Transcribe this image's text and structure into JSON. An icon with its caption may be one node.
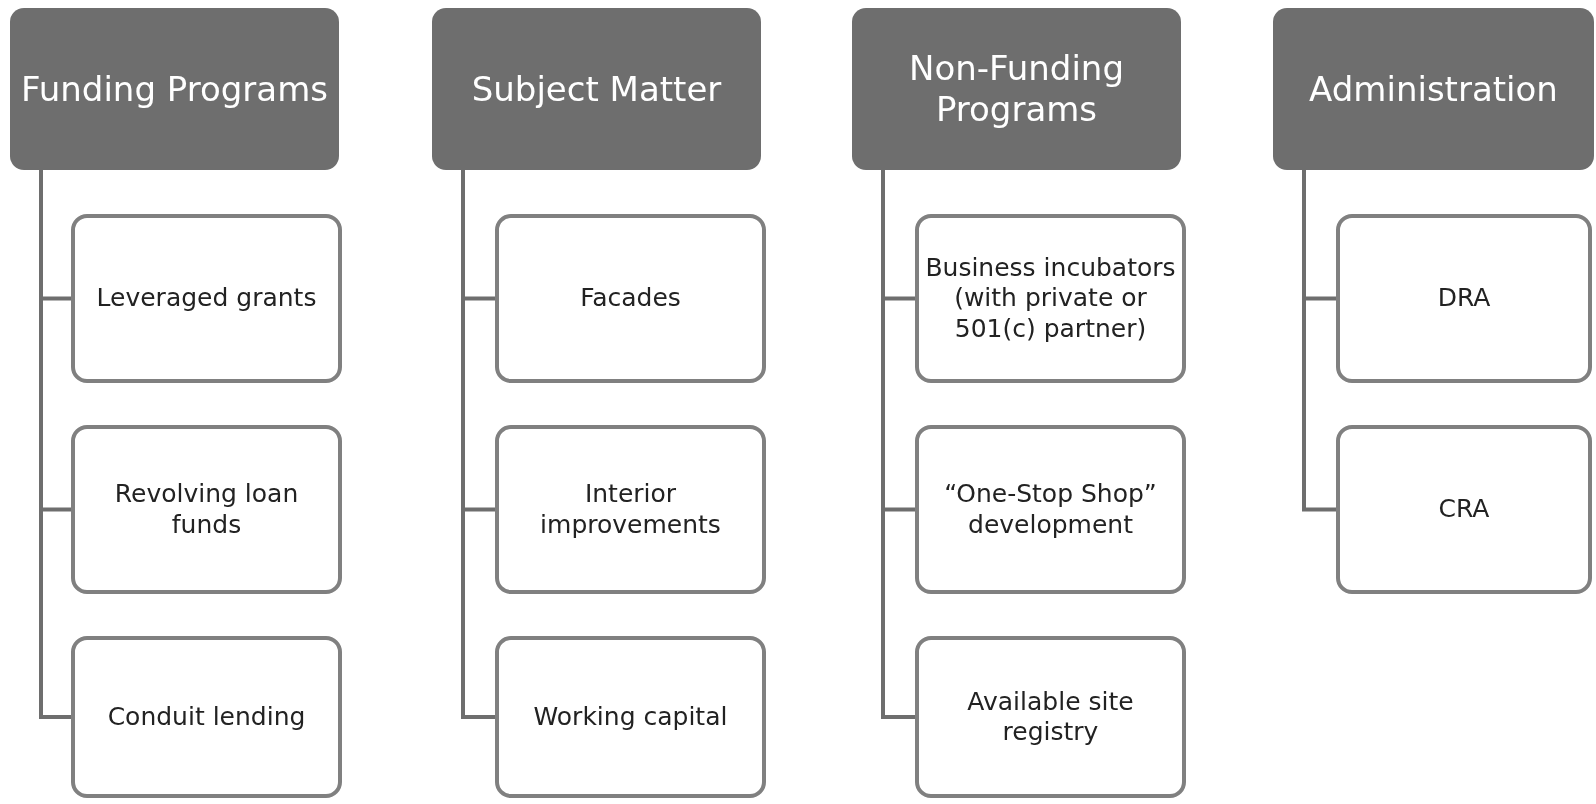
{
  "diagram": {
    "nodes": [
      {
        "text": [
          "Funding Programs"
        ]
      },
      {
        "text": [
          "Leveraged grants"
        ]
      },
      {
        "text": [
          "Revolving loan funds"
        ]
      },
      {
        "text": [
          "Conduit lending"
        ]
      },
      {
        "text": [
          "Subject Matter"
        ]
      },
      {
        "text": [
          "Facades"
        ]
      },
      {
        "text": [
          "Interior improvements"
        ]
      },
      {
        "text": [
          "Working capital"
        ]
      },
      {
        "text": [
          "Non-Funding Programs"
        ]
      },
      {
        "text": [
          "Business incubators (with private or 501(c) partner)"
        ]
      },
      {
        "text": [
          "“One-Stop Shop” development"
        ]
      },
      {
        "text": [
          "Available site registry"
        ]
      },
      {
        "text": [
          "Administration"
        ]
      },
      {
        "text": [
          "DRA"
        ]
      },
      {
        "text": [
          "CRA"
        ]
      }
    ],
    "edges": [
      {
        "from": 0,
        "to": 1,
        "arrow": "none"
      },
      {
        "from": 0,
        "to": 2,
        "arrow": "none"
      },
      {
        "from": 0,
        "to": 3,
        "arrow": "none"
      },
      {
        "from": 4,
        "to": 5,
        "arrow": "none"
      },
      {
        "from": 4,
        "to": 6,
        "arrow": "none"
      },
      {
        "from": 4,
        "to": 7,
        "arrow": "none"
      },
      {
        "from": 8,
        "to": 9,
        "arrow": "none"
      },
      {
        "from": 8,
        "to": 10,
        "arrow": "none"
      },
      {
        "from": 8,
        "to": 11,
        "arrow": "none"
      },
      {
        "from": 12,
        "to": 13,
        "arrow": "none"
      },
      {
        "from": 12,
        "to": 14,
        "arrow": "none"
      }
    ]
  }
}
